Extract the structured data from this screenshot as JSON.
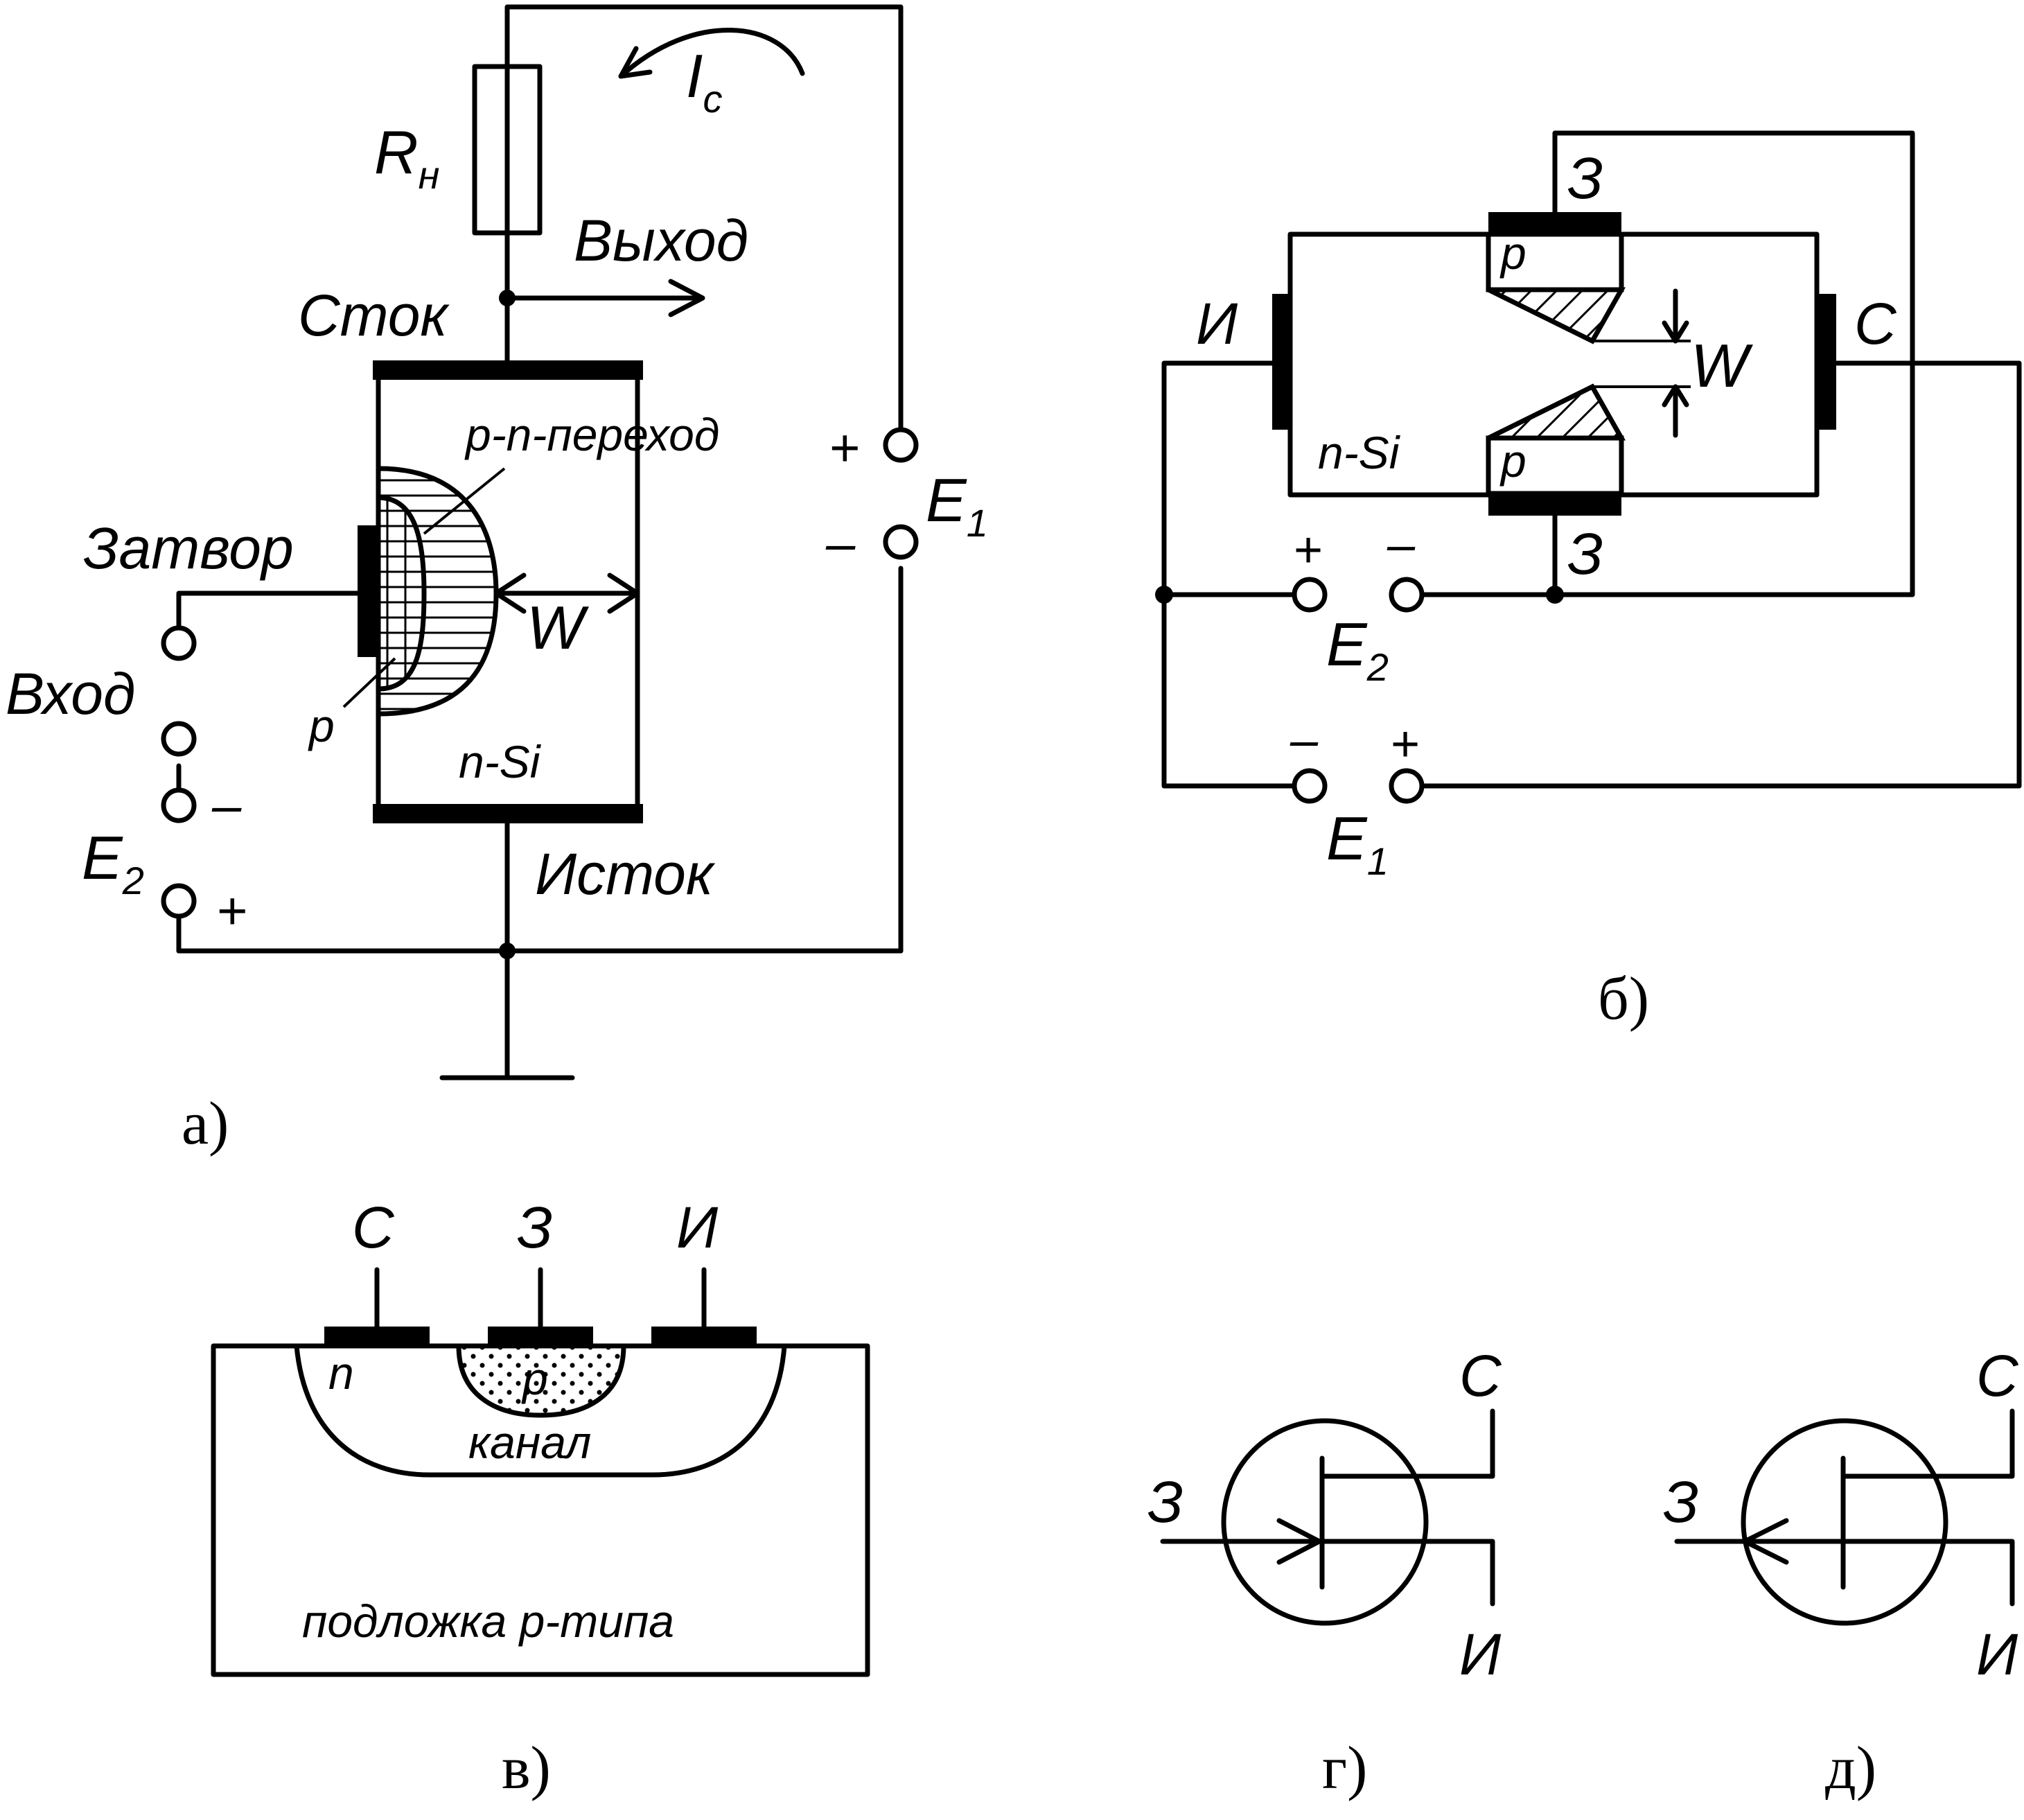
{
  "panel_a": {
    "caption": "а)",
    "resistor": "R",
    "resistor_sub": "н",
    "current": "I",
    "current_sub": "c",
    "output": "Выход",
    "drain": "Сток",
    "pn_junction": "p-n-переход",
    "gate": "Затвор",
    "input": "Вход",
    "p_region": "p",
    "w_label": "W",
    "n_si": "n-Si",
    "source": "Исток",
    "e1": "E",
    "e1_sub": "1",
    "e2": "E",
    "e2_sub": "2",
    "plus": "+",
    "minus": "–"
  },
  "panel_b": {
    "caption": "б)",
    "gate_top": "З",
    "gate_bottom": "З",
    "source": "И",
    "drain": "С",
    "p_top": "p",
    "p_bottom": "p",
    "w_label": "W",
    "n_si": "n-Si",
    "e2": "E",
    "e2_sub": "2",
    "e1": "E",
    "e1_sub": "1",
    "plus": "+",
    "minus": "–"
  },
  "panel_v": {
    "caption": "в)",
    "drain": "С",
    "gate": "З",
    "source": "И",
    "n_region": "n",
    "p_region": "p",
    "channel": "канал",
    "substrate": "подложка p-типа"
  },
  "panel_g": {
    "caption": "г)",
    "gate": "З",
    "drain": "С",
    "source": "И"
  },
  "panel_d": {
    "caption": "д)",
    "gate": "З",
    "drain": "С",
    "source": "И"
  }
}
